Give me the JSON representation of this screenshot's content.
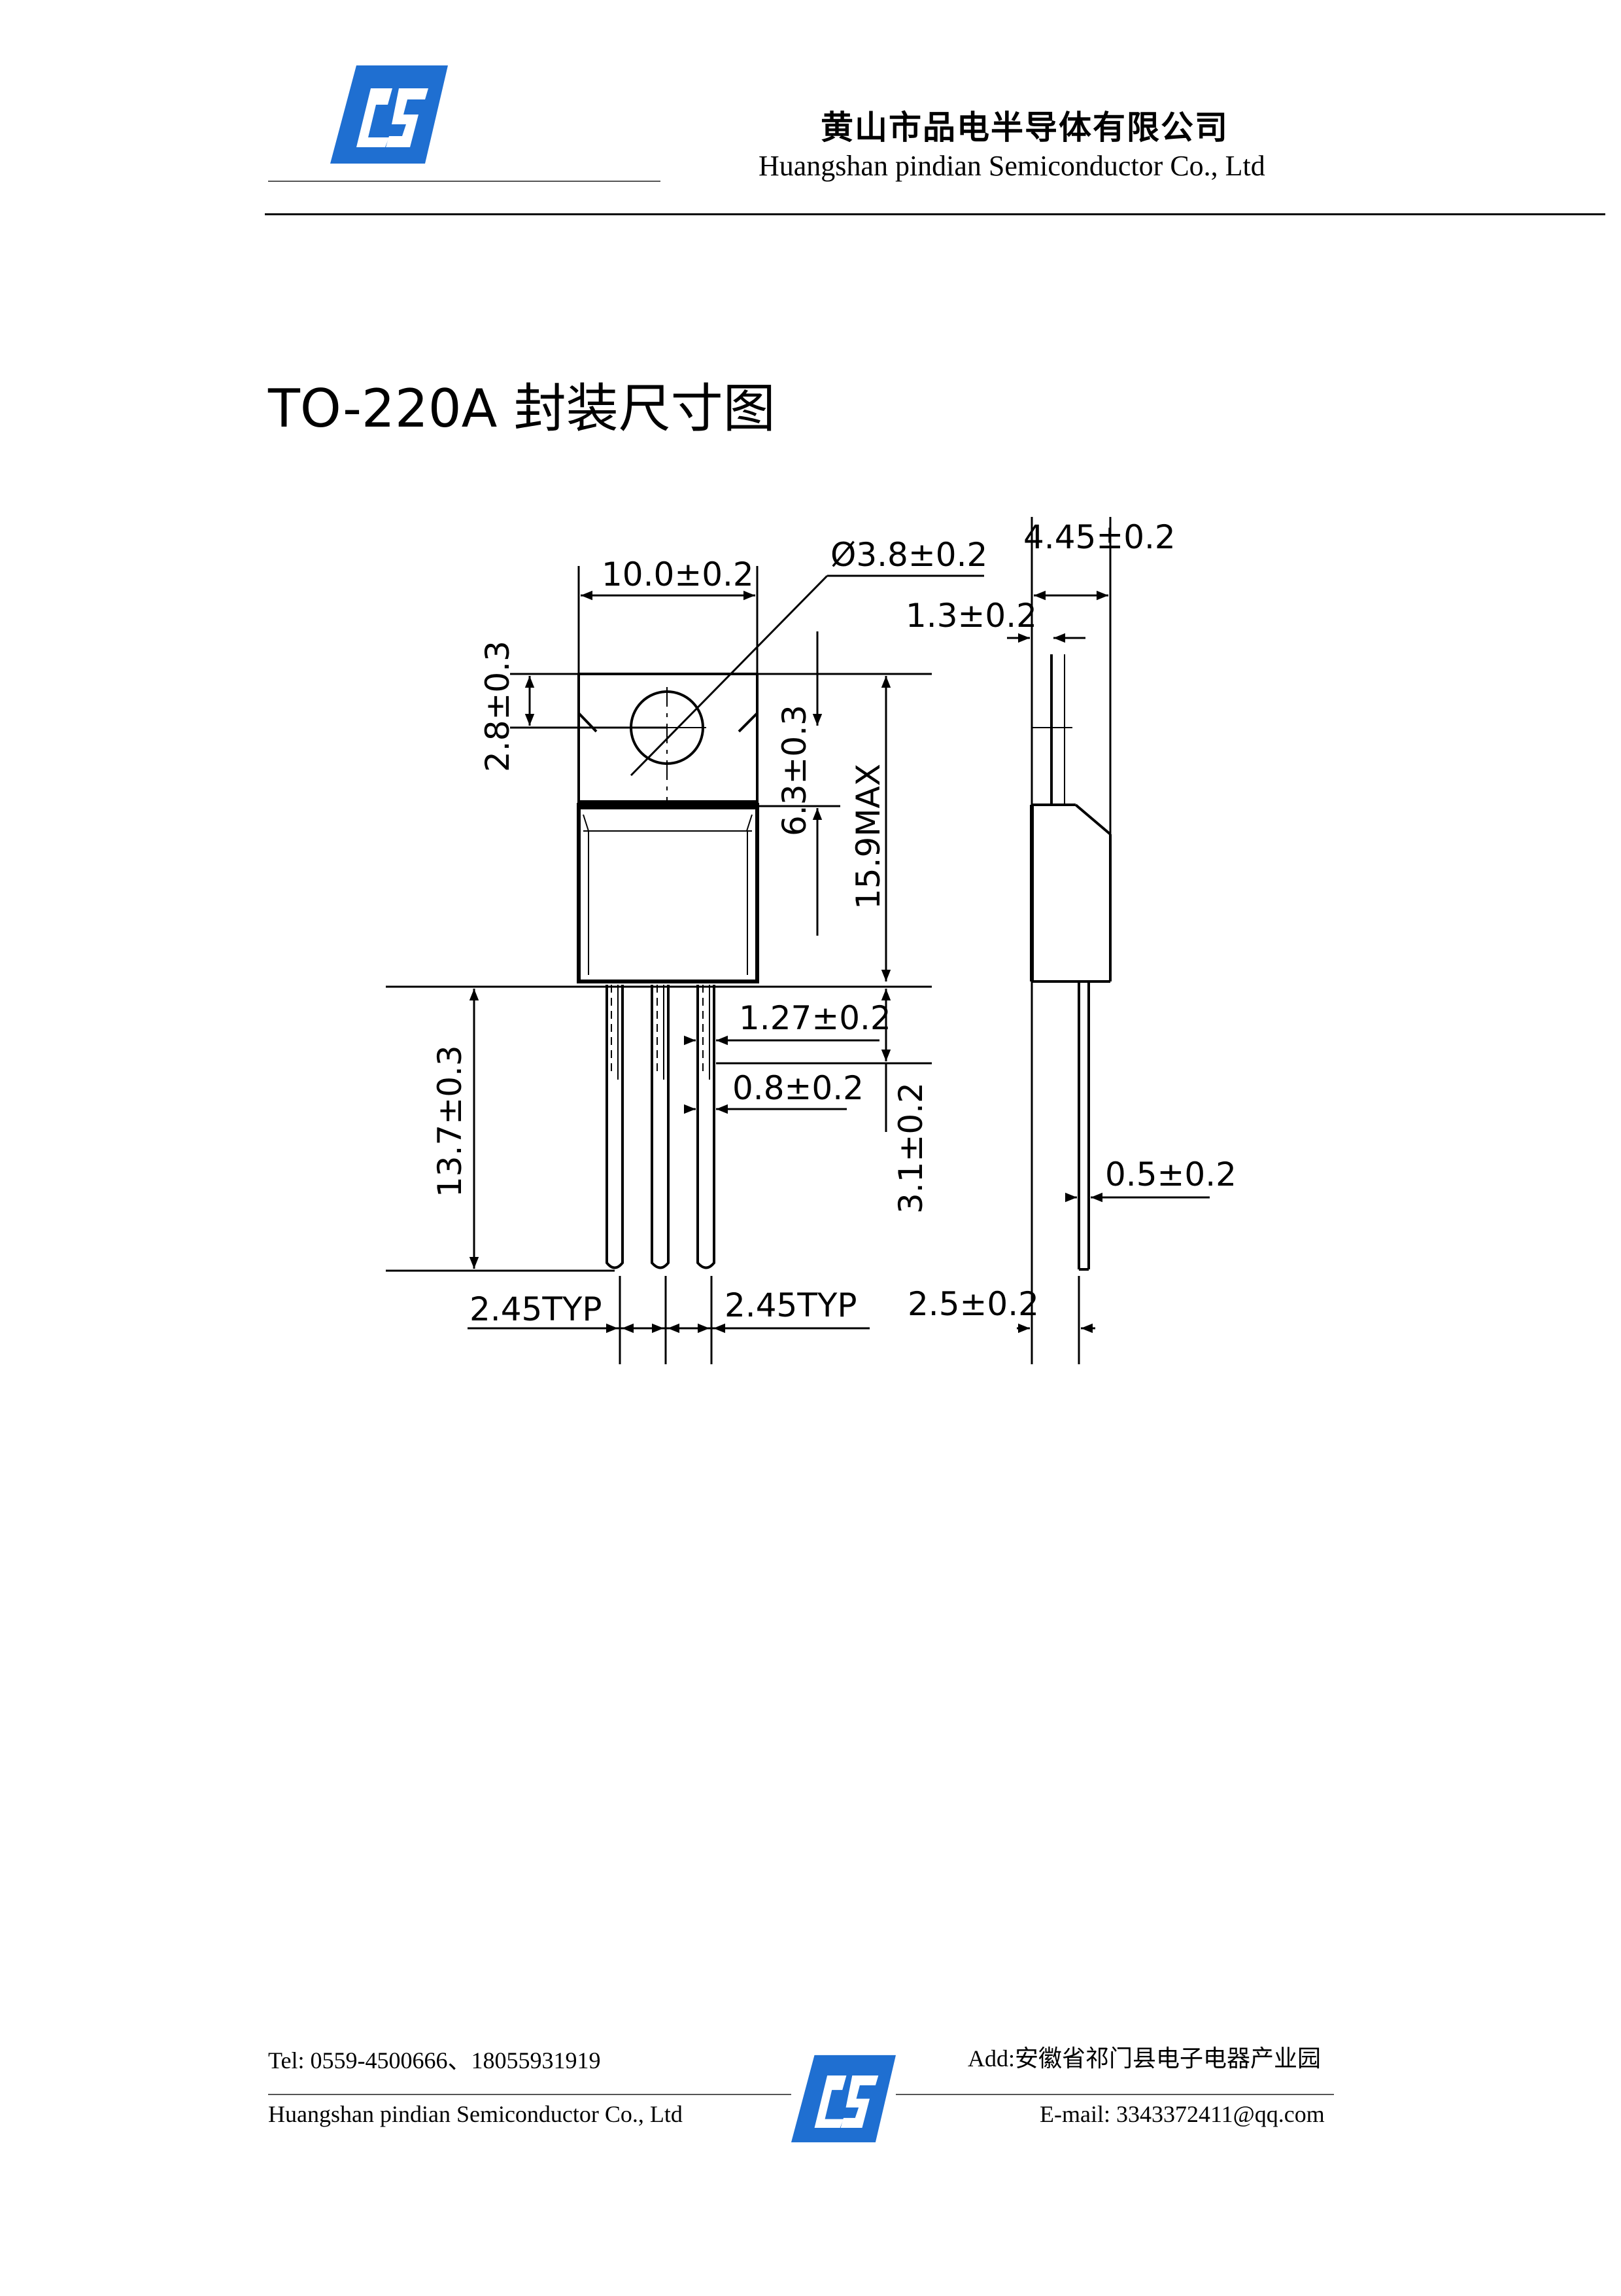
{
  "header": {
    "company_cn": "黄山市品电半导体有限公司",
    "company_en": "Huangshan  pindian Semiconductor Co., Ltd",
    "logo_icon": "pindian-logo-icon",
    "brand_color": "#1f6fd1"
  },
  "document": {
    "title": "TO-220A 封装尺寸图"
  },
  "drawing": {
    "dims": {
      "width_body": "10.0±0.2",
      "hole_dia": "Ø3.8±0.2",
      "tab_top_to_hole": "2.8±0.3",
      "hole_to_body": "6.3±0.3",
      "total_height": "15.9MAX",
      "lead_length": "13.7±0.3",
      "lead_width_top": "1.27±0.2",
      "lead_width": "0.8±0.2",
      "lead_shoulder": "3.1±0.2",
      "pitch_left": "2.45TYP",
      "pitch_right": "2.45TYP",
      "side_thickness": "4.45±0.2",
      "tab_thickness": "1.3±0.2",
      "lead_thickness": "0.5±0.2",
      "lead_offset": "2.5±0.2"
    }
  },
  "footer": {
    "tel": "Tel: 0559-4500666、18055931919",
    "address": "Add:安徽省祁门县电子电器产业园",
    "company_en": "Huangshan  pindian Semiconductor Co., Ltd",
    "email": "E-mail: 3343372411@qq.com",
    "logo_icon": "pindian-logo-icon"
  }
}
